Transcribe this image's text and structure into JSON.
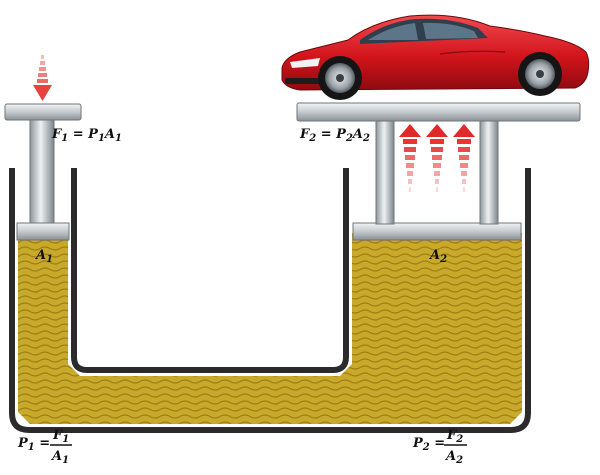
{
  "diagram": {
    "left_piston": {
      "force_label": "F",
      "force_sub": "1",
      "pressure_label": "P",
      "pressure_sub": "1",
      "area_label": "A",
      "area_sub": "1",
      "force_formula_rhs_area_sub": "1"
    },
    "right_piston": {
      "force_label": "F",
      "force_sub": "2",
      "pressure_label": "P",
      "pressure_sub": "2",
      "area_label": "A",
      "area_sub": "2"
    },
    "bottom_left_formula": {
      "lhs": "P",
      "lhs_sub": "1",
      "num": "F",
      "num_sub": "1",
      "den": "A",
      "den_sub": "1"
    },
    "bottom_right_formula": {
      "lhs": "P",
      "lhs_sub": "2",
      "num": "F",
      "num_sub": "2",
      "den": "A",
      "den_sub": "2"
    },
    "colors": {
      "fluid": "#c9a92a",
      "fluid_dark": "#8f7412",
      "container": "#2b2b2b",
      "piston": "#c7cccf",
      "arrow": "#e53935",
      "car_body": "#d91f26"
    }
  }
}
